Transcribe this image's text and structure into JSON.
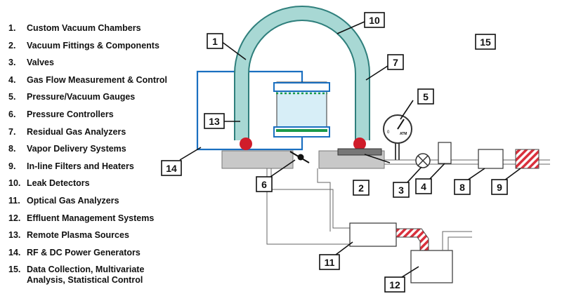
{
  "legend": [
    {
      "num": "1.",
      "label": "Custom Vacuum Chambers"
    },
    {
      "num": "2.",
      "label": "Vacuum Fittings & Components"
    },
    {
      "num": "3.",
      "label": "Valves"
    },
    {
      "num": "4.",
      "label": "Gas Flow Measurement & Control"
    },
    {
      "num": "5.",
      "label": "Pressure/Vacuum Gauges"
    },
    {
      "num": "6.",
      "label": "Pressure Controllers"
    },
    {
      "num": "7.",
      "label": "Residual Gas Analyzers"
    },
    {
      "num": "8.",
      "label": "Vapor Delivery Systems"
    },
    {
      "num": "9.",
      "label": "In-line Filters and Heaters"
    },
    {
      "num": "10.",
      "label": "Leak Detectors"
    },
    {
      "num": "11.",
      "label": "Optical Gas Analyzers"
    },
    {
      "num": "12.",
      "label": "Effluent Management Systems"
    },
    {
      "num": "13.",
      "label": "Remote Plasma Sources"
    },
    {
      "num": "14.",
      "label": "RF & DC Power Generators"
    },
    {
      "num": "15.",
      "label": "Data Collection, Multivariate\nAnalysis, Statistical Control"
    }
  ],
  "callouts": [
    "1",
    "2",
    "3",
    "4",
    "5",
    "6",
    "7",
    "8",
    "9",
    "10",
    "11",
    "12",
    "13",
    "14",
    "15"
  ],
  "gauge": {
    "zero": "0",
    "atm": "ATM"
  },
  "colors": {
    "tube": "#a8d8d4",
    "tube_stroke": "#2f7f7c",
    "frame": "#1a6fc0",
    "red_node": "#d01c2a",
    "green_plate": "#1a9a4a",
    "hatch": "#d9303c"
  }
}
